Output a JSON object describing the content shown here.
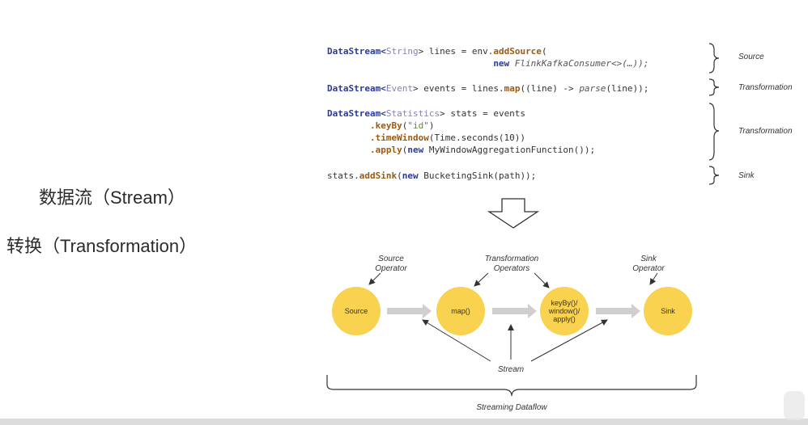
{
  "left": {
    "line1": "数据流（Stream）",
    "line2": "转换（Transformation）"
  },
  "code": {
    "block1": {
      "l1_prefix": "DataStream<",
      "l1_type": "String",
      "l1_mid": "> lines = env.",
      "l1_method": "addSource",
      "l1_end": "(",
      "l2_kw": "new",
      "l2_rest": " FlinkKafkaConsumer<>(…));"
    },
    "block2": {
      "prefix": "DataStream<",
      "type": "Event",
      "mid": "> events = lines.",
      "method": "map",
      "rest1": "((line) -> ",
      "func": "parse",
      "rest2": "(line));"
    },
    "block3": {
      "l1_prefix": "DataStream<",
      "l1_type": "Statistics",
      "l1_rest": "> stats = events",
      "l2_method": ".keyBy",
      "l2_open": "(",
      "l2_str": "\"id\"",
      "l2_close": ")",
      "l3_method": ".timeWindow",
      "l3_rest": "(Time.seconds(10))",
      "l4_method": ".apply",
      "l4_open": "(",
      "l4_kw": "new",
      "l4_rest": " MyWindowAggregationFunction());"
    },
    "block4": {
      "prefix": "stats.",
      "method": "addSink",
      "open": "(",
      "kw": "new",
      "rest": " BucketingSink(path));"
    }
  },
  "braces": [
    "Source",
    "Transformation",
    "Transformation",
    "Sink"
  ],
  "diagram": {
    "source_operator": [
      "Source",
      "Operator"
    ],
    "transformation_operators": [
      "Transformation",
      "Operators"
    ],
    "sink_operator": [
      "Sink",
      "Operator"
    ],
    "nodes": [
      "Source",
      "map()",
      "keyBy()/\nwindow()/\napply()",
      "Sink"
    ],
    "stream_label": "Stream",
    "dataflow_label": "Streaming Dataflow"
  },
  "colors": {
    "node_fill": "#f9d24f",
    "arrow_gray": "#cfcfcf",
    "type_color": "#8a7fb5",
    "keyword_color": "#2a3a9c",
    "method_color": "#9a5b12"
  }
}
